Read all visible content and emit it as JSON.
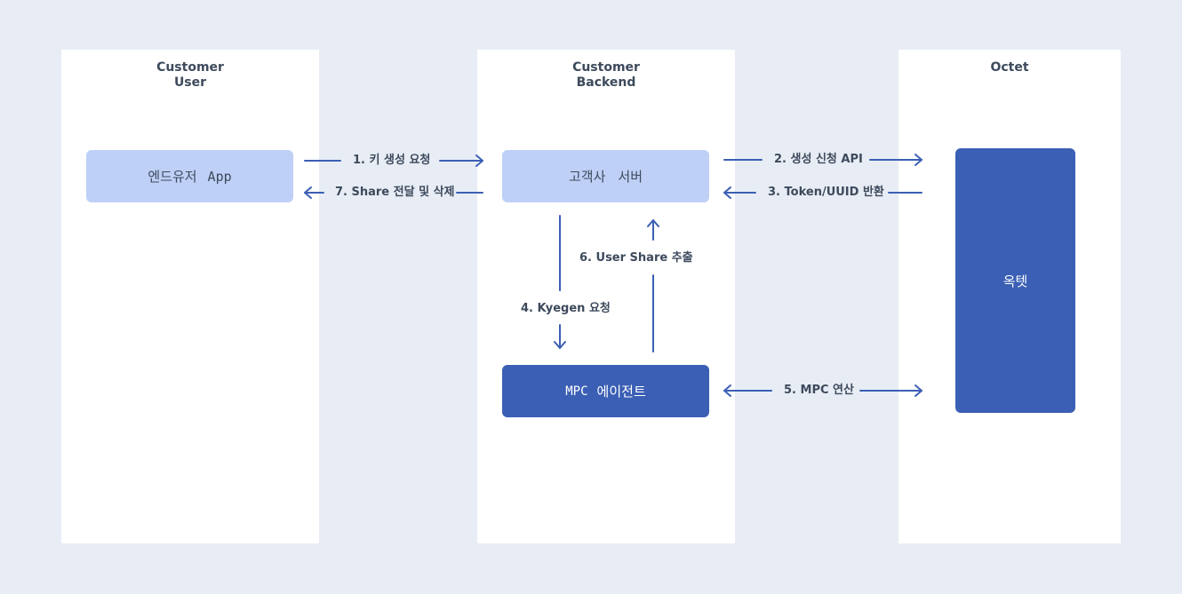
{
  "lanes": {
    "customer_user": {
      "title": "Customer\nUser"
    },
    "customer_backend": {
      "title": "Customer\nBackend"
    },
    "octet": {
      "title": "Octet"
    }
  },
  "nodes": {
    "enduser_app": {
      "name": "엔드유저",
      "suffix": "App"
    },
    "client_server": {
      "name": "고객사",
      "suffix": "서버"
    },
    "mpc_agent": {
      "prefix": "MPC",
      "name": "에이전트"
    },
    "octet": {
      "name": "옥텟"
    }
  },
  "steps": {
    "s1": "1. 키 생성 요청",
    "s2": "2. 생성 신청 API",
    "s3": "3. Token/UUID 반환",
    "s4": "4. Kyegen 요청",
    "s5": "5. MPC 연산",
    "s6": "6. User Share 추출",
    "s7": "7. Share 전달 및 삭제"
  },
  "colors": {
    "background": "#e8edf5",
    "lane": "#ffffff",
    "node_light": "#bfd0f7",
    "node_dark": "#3b5fb4",
    "arrow": "#3b5fb4",
    "text": "#3d4a5c"
  }
}
